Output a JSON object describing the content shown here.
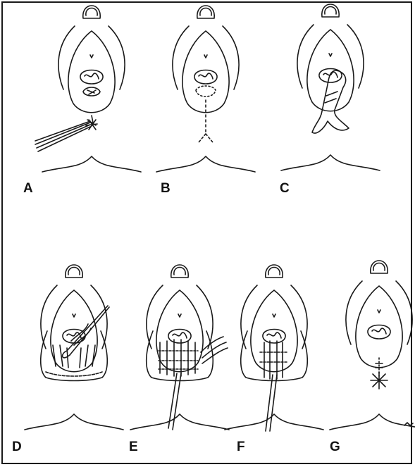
{
  "panels": [
    {
      "label": "A",
      "step": "laser-ablation"
    },
    {
      "label": "B",
      "step": "dotted-incision-marking"
    },
    {
      "label": "C",
      "step": "tissue-excision"
    },
    {
      "label": "D",
      "step": "needle-driver-suturing"
    },
    {
      "label": "E",
      "step": "mattress-suture-placement"
    },
    {
      "label": "F",
      "step": "suture-closure"
    },
    {
      "label": "G",
      "step": "final-repair"
    }
  ],
  "colors": {
    "ink": "#1a1a1a",
    "background": "#ffffff"
  }
}
